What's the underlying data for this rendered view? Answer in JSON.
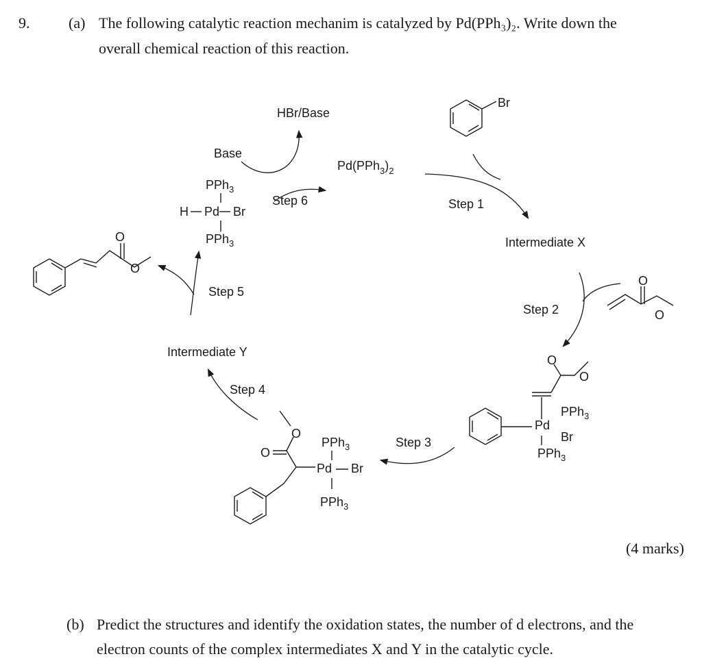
{
  "question": {
    "number": "9.",
    "part_a_label": "(a)",
    "part_a_line1": "The following catalytic reaction mechanim is catalyzed by Pd(PPh₃)₂. Write down the",
    "part_a_line2": "overall chemical reaction of this reaction.",
    "marks": "(4 marks)",
    "part_b_label": "(b)",
    "part_b_line1": "Predict the structures and identify the oxidation states, the number of d electrons, and the",
    "part_b_line2": "electron counts of the complex intermediates X and Y in the catalytic cycle."
  },
  "scheme": {
    "catalyst": "Pd(PPh",
    "catalyst_sub": "3",
    "catalyst_close": ")",
    "catalyst_sub2": "2",
    "hbr_base": "HBr/Base",
    "base": "Base",
    "step1": "Step 1",
    "step2": "Step 2",
    "step3": "Step 3",
    "step4": "Step 4",
    "step5": "Step 5",
    "step6": "Step 6",
    "intermediate_x": "Intermediate X",
    "intermediate_y": "Intermediate Y",
    "br": "Br",
    "o": "O",
    "pd": "Pd",
    "h": "H",
    "pph": "PPh",
    "sub3": "3"
  }
}
